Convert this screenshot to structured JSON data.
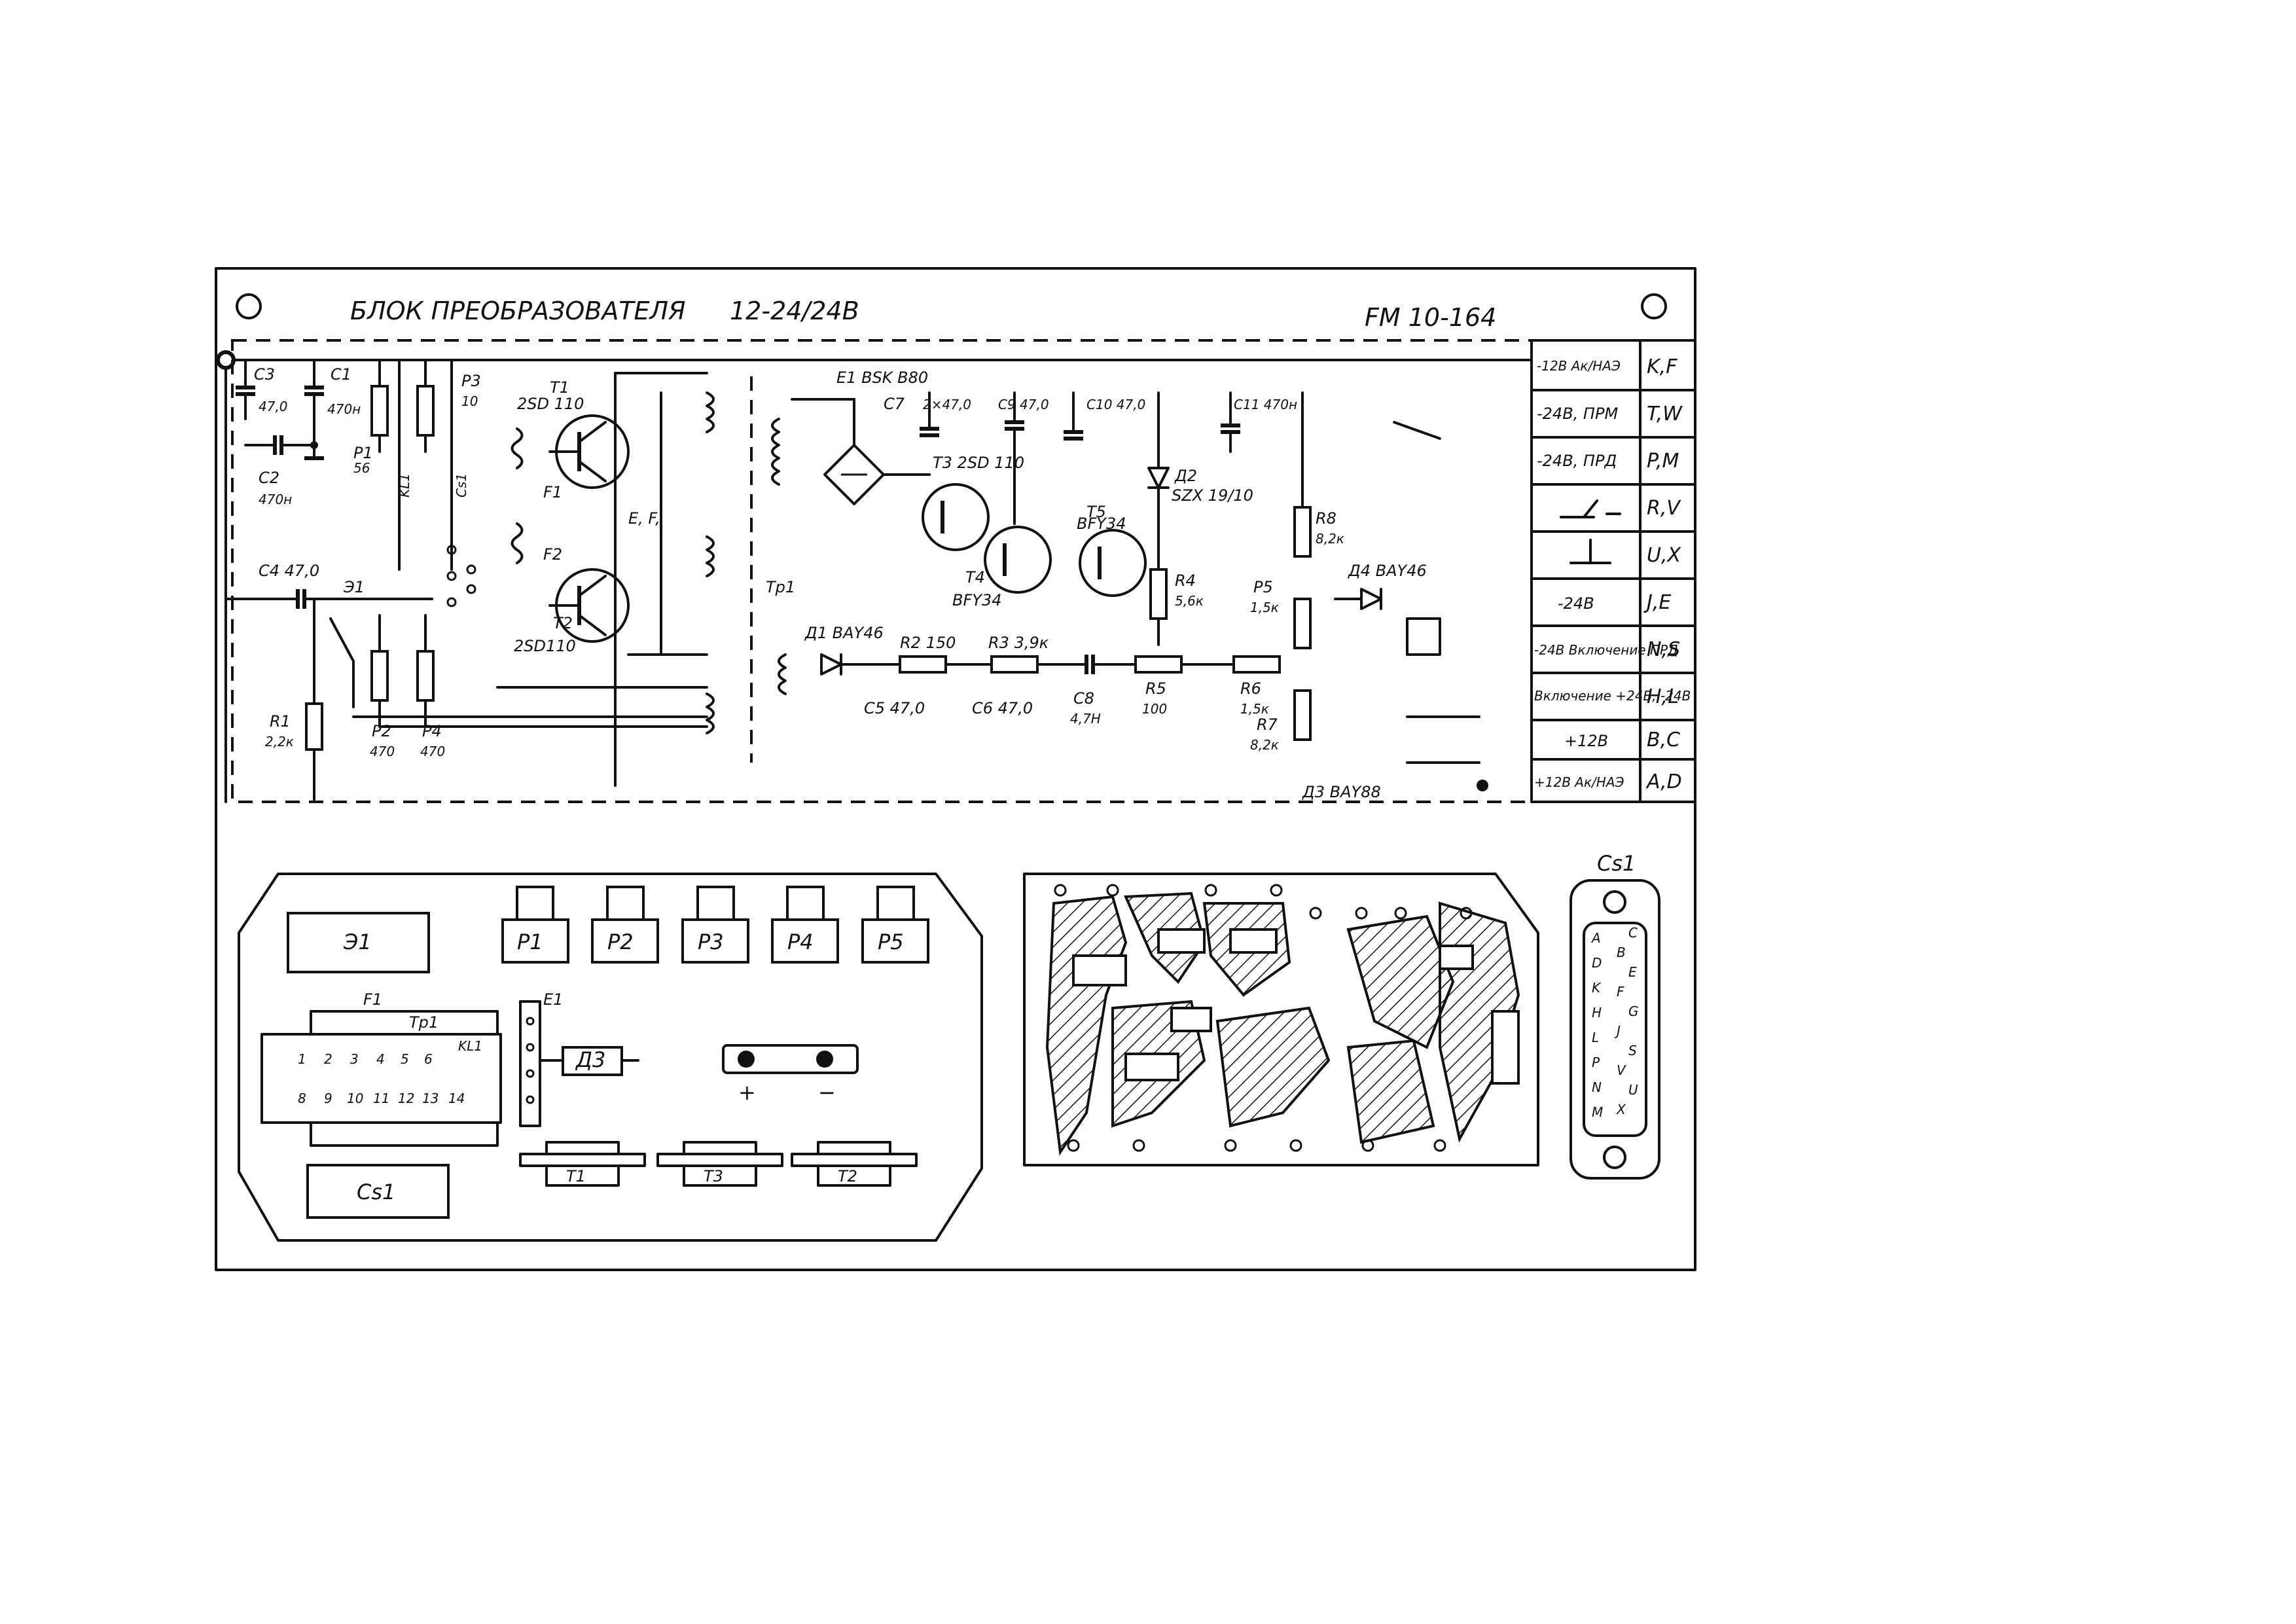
{
  "header": {
    "title": "БЛОК ПРЕОБРАЗОВАТЕЛЯ",
    "voltage": "12-24/24В",
    "code": "FM 10-164"
  },
  "terminal_table": [
    {
      "signal": "-12В Ак/НАЭ",
      "pins": "K,F"
    },
    {
      "signal": "-24В, ПРМ",
      "pins": "T,W"
    },
    {
      "signal": "-24В, ПРД",
      "pins": "P,M"
    },
    {
      "signal": "",
      "pins": "R,V"
    },
    {
      "signal": "",
      "pins": "U,X"
    },
    {
      "signal": "-24В",
      "pins": "J,E"
    },
    {
      "signal": "-24В Включение ПРД",
      "pins": "N,S"
    },
    {
      "signal": "Включение +24В, -24В",
      "pins": "H,L"
    },
    {
      "signal": "+12В",
      "pins": "B,C"
    },
    {
      "signal": "+12В Ак/НАЭ",
      "pins": "A,D"
    }
  ],
  "components": {
    "C3": "C3",
    "C3_val": "47,0",
    "C1": "C1",
    "C1_val": "470н",
    "C2": "C2",
    "C2_val": "470н",
    "P1": "P1",
    "P1_val": "56",
    "P3": "P3",
    "P3_val": "10",
    "KL1": "KL1",
    "Cs1": "Cs1",
    "T1": "T1",
    "T1_type": "2SD 110",
    "T2": "T2",
    "T2_type": "2SD110",
    "F1": "F1",
    "F2": "F2",
    "EF": "E, F,",
    "C4": "C4 47,0",
    "J1": "Э1",
    "R1": "R1",
    "R1_val": "2,2к",
    "P2": "P2",
    "P2_val": "470",
    "P4": "P4",
    "P4_val": "470",
    "E1": "E1 BSK B80",
    "C7": "C7",
    "C7_val": "2×47,0",
    "C9": "C9 47,0",
    "C10": "C10 47,0",
    "C11": "C11 470н",
    "T3": "T3 2SD 110",
    "T4": "T4",
    "T4_type": "BFY34",
    "T5": "T5",
    "T5_type": "BFY34",
    "D2": "Д2",
    "D2_type": "SZX 19/10",
    "R4": "R4",
    "R4_val": "5,6к",
    "R8": "R8",
    "R8_val": "8,2к",
    "P5": "P5",
    "P5_val": "1,5к",
    "D4": "Д4 BAY46",
    "Tp1": "Tp1",
    "D1": "Д1 BAY46",
    "R2": "R2 150",
    "R3": "R3 3,9к",
    "C5": "C5 47,0",
    "C6": "C6 47,0",
    "C8": "C8",
    "C8_val": "4,7Н",
    "R5": "R5",
    "R5_val": "100",
    "R6": "R6",
    "R6_val": "1,5к",
    "R7": "R7",
    "R7_val": "8,2к",
    "D3": "Д3 BAY88"
  },
  "layout_labels": {
    "J1": "Э1",
    "P1": "P1",
    "P2": "P2",
    "P3": "P3",
    "P4": "P4",
    "P5": "P5",
    "F1": "F1",
    "Tp1": "Tp1",
    "KL1": "KL1",
    "E1": "E1",
    "D3": "Д3",
    "Cs1": "Cs1",
    "T1": "T1",
    "T3": "T3",
    "T2": "T2",
    "plus": "+",
    "minus": "−",
    "kl_top": [
      "1",
      "2",
      "3",
      "4",
      "5",
      "6"
    ],
    "kl_bottom": [
      "8",
      "9",
      "10",
      "11",
      "12",
      "13",
      "14"
    ],
    "connector_title": "Cs1",
    "connector_left": [
      "A",
      "D",
      "K",
      "H",
      "L",
      "P",
      "N",
      "M"
    ],
    "connector_right": [
      "C",
      "B",
      "E",
      "F",
      "G",
      "J",
      "S",
      "V",
      "U",
      "X"
    ]
  }
}
